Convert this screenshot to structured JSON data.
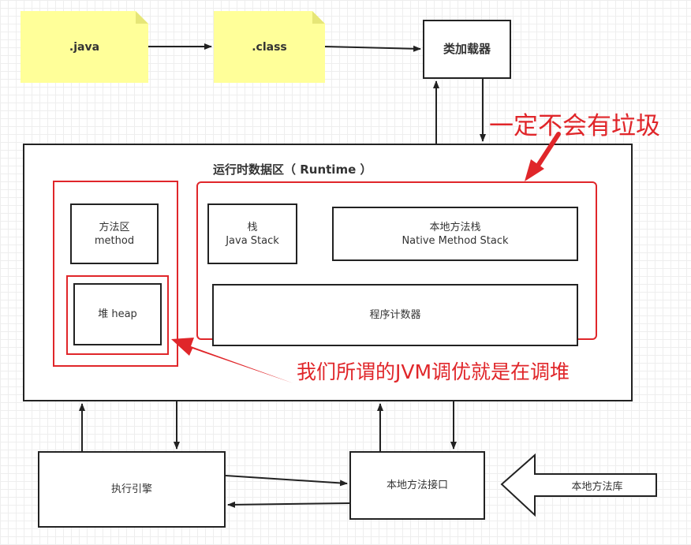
{
  "notes": {
    "java": ".java",
    "class": ".class"
  },
  "class_loader": "类加载器",
  "runtime": {
    "title": "运行时数据区（ Runtime ）",
    "method_area": {
      "line1": "方法区",
      "line2": "method"
    },
    "heap": "堆 heap",
    "java_stack": {
      "line1": "栈",
      "line2": "Java Stack"
    },
    "native_stack": {
      "line1": "本地方法栈",
      "line2": "Native Method Stack"
    },
    "pc_register": "程序计数器"
  },
  "execution_engine": "执行引擎",
  "native_interface": "本地方法接口",
  "native_library": "本地方法库",
  "annotations": {
    "no_garbage": "一定不会有垃圾",
    "jvm_tuning": "我们所谓的JVM调优就是在调堆"
  },
  "colors": {
    "note_fill": "#ffff99",
    "annotation_red": "#e0262a",
    "line": "#222222"
  }
}
